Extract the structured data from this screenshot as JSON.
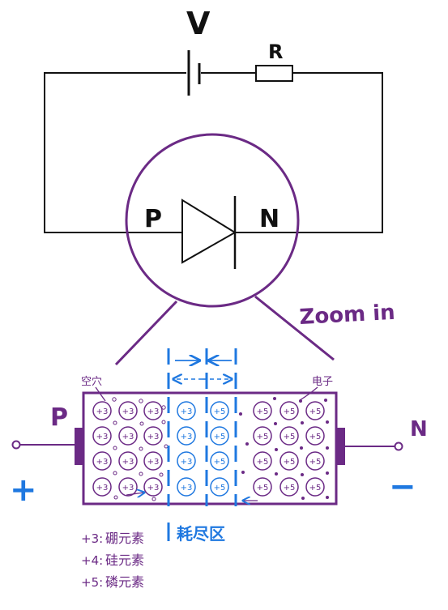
{
  "circuit": {
    "source_label": "V",
    "resistor_label": "R",
    "p_label": "P",
    "n_label": "N",
    "zoom_label": "Zoom in"
  },
  "junction": {
    "p_label": "P",
    "n_label": "N",
    "plus_sign": "+",
    "minus_sign": "−",
    "hole_label": "空穴",
    "electron_label": "电子",
    "region_label": "耗尽区",
    "p_ions": [
      [
        "+3",
        "+3",
        "+3"
      ],
      [
        "+3",
        "+3",
        "+3"
      ],
      [
        "+3",
        "+3",
        "+3"
      ],
      [
        "+3",
        "+3",
        "+3"
      ]
    ],
    "depl_p_ions": [
      "+3",
      "+3",
      "+3",
      "+3"
    ],
    "depl_n_ions": [
      "+5",
      "+5",
      "+5",
      "+5"
    ],
    "n_ions": [
      [
        "+5",
        "+5",
        "+5"
      ],
      [
        "+5",
        "+5",
        "+5"
      ],
      [
        "+5",
        "+5",
        "+5"
      ],
      [
        "+5",
        "+5",
        "+5"
      ]
    ]
  },
  "legend": [
    {
      "code": "+3",
      "text": "硼元素"
    },
    {
      "code": "+4",
      "text": "硅元素"
    },
    {
      "code": "+5",
      "text": "磷元素"
    }
  ],
  "colors": {
    "line": "#111111",
    "purple": "#6b2a85",
    "blue": "#1f78e0"
  }
}
